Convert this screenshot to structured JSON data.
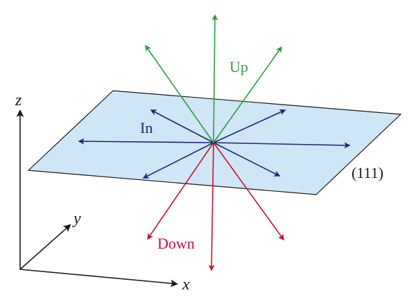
{
  "colors": {
    "plane_fill": "#cfe6f6",
    "plane_stroke": "#1a1a1a",
    "up": "#2e9a45",
    "in": "#22237a",
    "down": "#c8102e",
    "axes": "#1a1a1a"
  },
  "labels": {
    "plane": "(111)",
    "up": "Up",
    "in": "In",
    "down": "Down",
    "axis_x": "x",
    "axis_y": "y",
    "axis_z": "z"
  },
  "groups": {
    "up": {
      "arrow_count": 3
    },
    "in": {
      "arrow_count": 6
    },
    "down": {
      "arrow_count": 3
    }
  }
}
